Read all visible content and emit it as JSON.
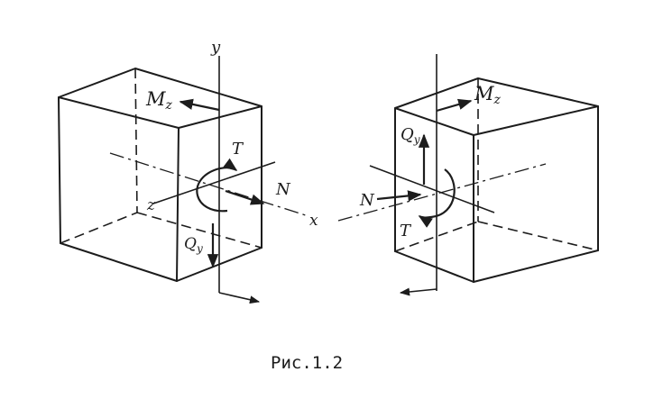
{
  "figure": {
    "caption": "Рис.1.2"
  },
  "left_element": {
    "labels": {
      "y_axis": "y",
      "z_axis": "z",
      "x_axis": "x",
      "moment_bending": "M",
      "moment_bending_sub": "z",
      "torque": "T",
      "normal_force": "N",
      "shear_force": "Q",
      "shear_force_sub": "y"
    }
  },
  "right_element": {
    "labels": {
      "moment_bending": "M",
      "moment_bending_sub": "z",
      "shear_force": "Q",
      "shear_force_sub": "y",
      "normal_force": "N",
      "torque": "T"
    }
  }
}
